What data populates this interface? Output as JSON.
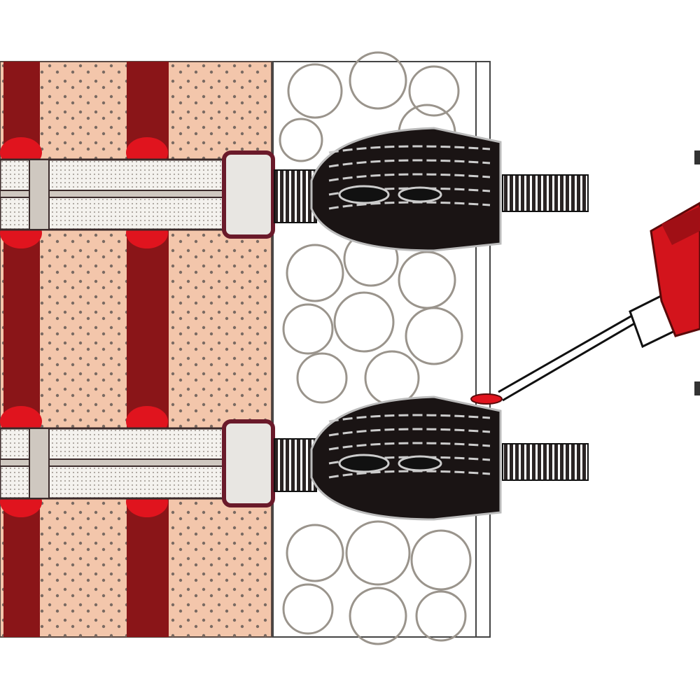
{
  "diagram": {
    "subject": "anchor-installation-through-insulation",
    "colors": {
      "masonry": "#f3c6ab",
      "mortar": "#8a1518",
      "adhesive": "#e0141e",
      "sleeve": "#e8e6e2",
      "insulation_outline": "#9a948c",
      "anchor_body": "#1a1414",
      "nozzle": "#d3141c"
    },
    "anchors": [
      {
        "name": "upper-anchor"
      },
      {
        "name": "lower-anchor"
      }
    ]
  }
}
